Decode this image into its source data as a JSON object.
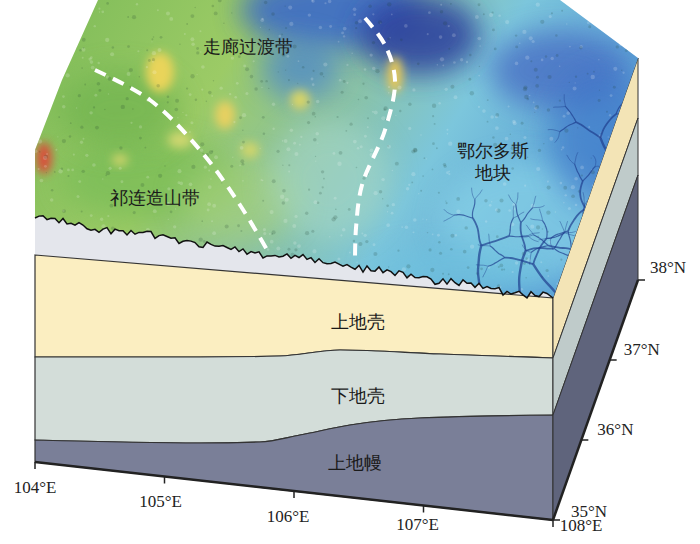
{
  "diagram": {
    "nodes": [
      {
        "text": [
          "上地壳"
        ]
      },
      {
        "text": [
          "下地壳"
        ]
      },
      {
        "text": [
          "上地幔"
        ]
      }
    ],
    "labels": [
      "走廊过渡带",
      "祁连造山带",
      "鄂尔多斯 地块",
      "104°E",
      "105°E",
      "106°E",
      "107°E",
      "108°E",
      "38°N",
      "37°N",
      "36°N",
      "35°N"
    ]
  }
}
